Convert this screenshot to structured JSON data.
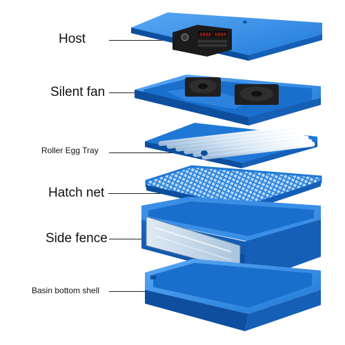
{
  "labels": {
    "host": "Host",
    "silent_fan": "Silent fan",
    "roller_egg_tray": "Roller Egg Tray",
    "hatch_net": "Hatch net",
    "side_fence": "Side fence",
    "basin_bottom_shell": "Basin bottom shell"
  },
  "display": {
    "readout_a": "8888",
    "readout_b": "8888"
  },
  "colors": {
    "blue_main": "#1f78d6",
    "blue_light": "#4a9cf0",
    "blue_dark": "#0d4f9e",
    "leader_line": "#222222",
    "roller": "#e8f2fb"
  }
}
